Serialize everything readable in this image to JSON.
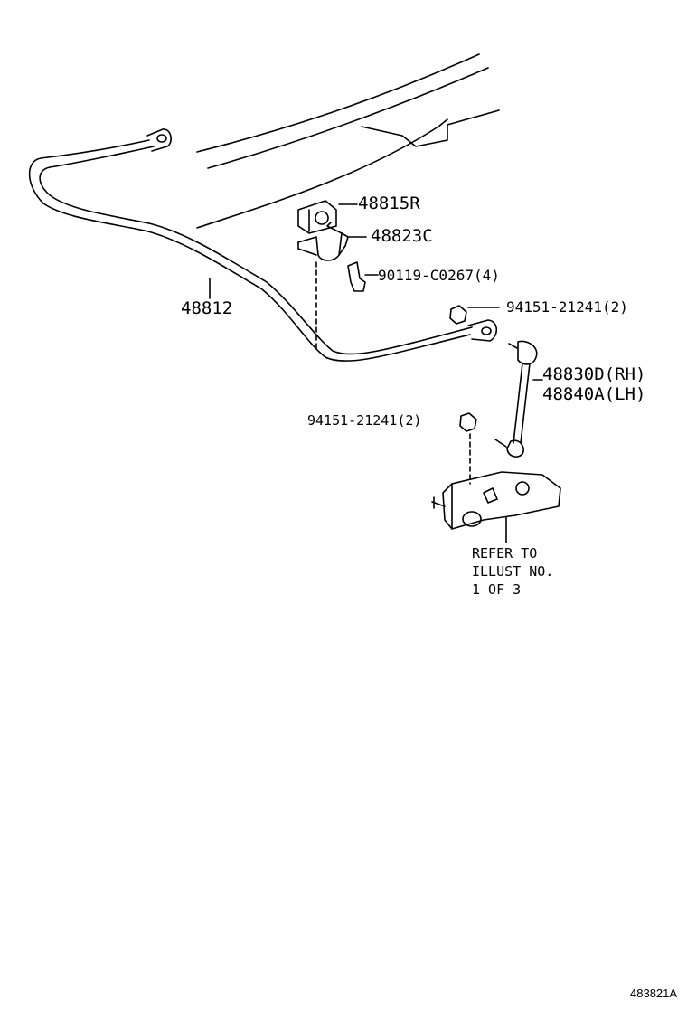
{
  "labels": {
    "bushing": "48815R",
    "bracket": "48823C",
    "bolt": "90119-C0267(4)",
    "nut_upper": "94151-21241(2)",
    "stabilizer_bar": "48812",
    "link_rh": "48830D(RH)",
    "link_lh": "48840A(LH)",
    "nut_lower": "94151-21241(2)",
    "refer_note": "REFER TO\nILLUST NO.\n1 OF 3"
  },
  "figure_id": "483821A"
}
